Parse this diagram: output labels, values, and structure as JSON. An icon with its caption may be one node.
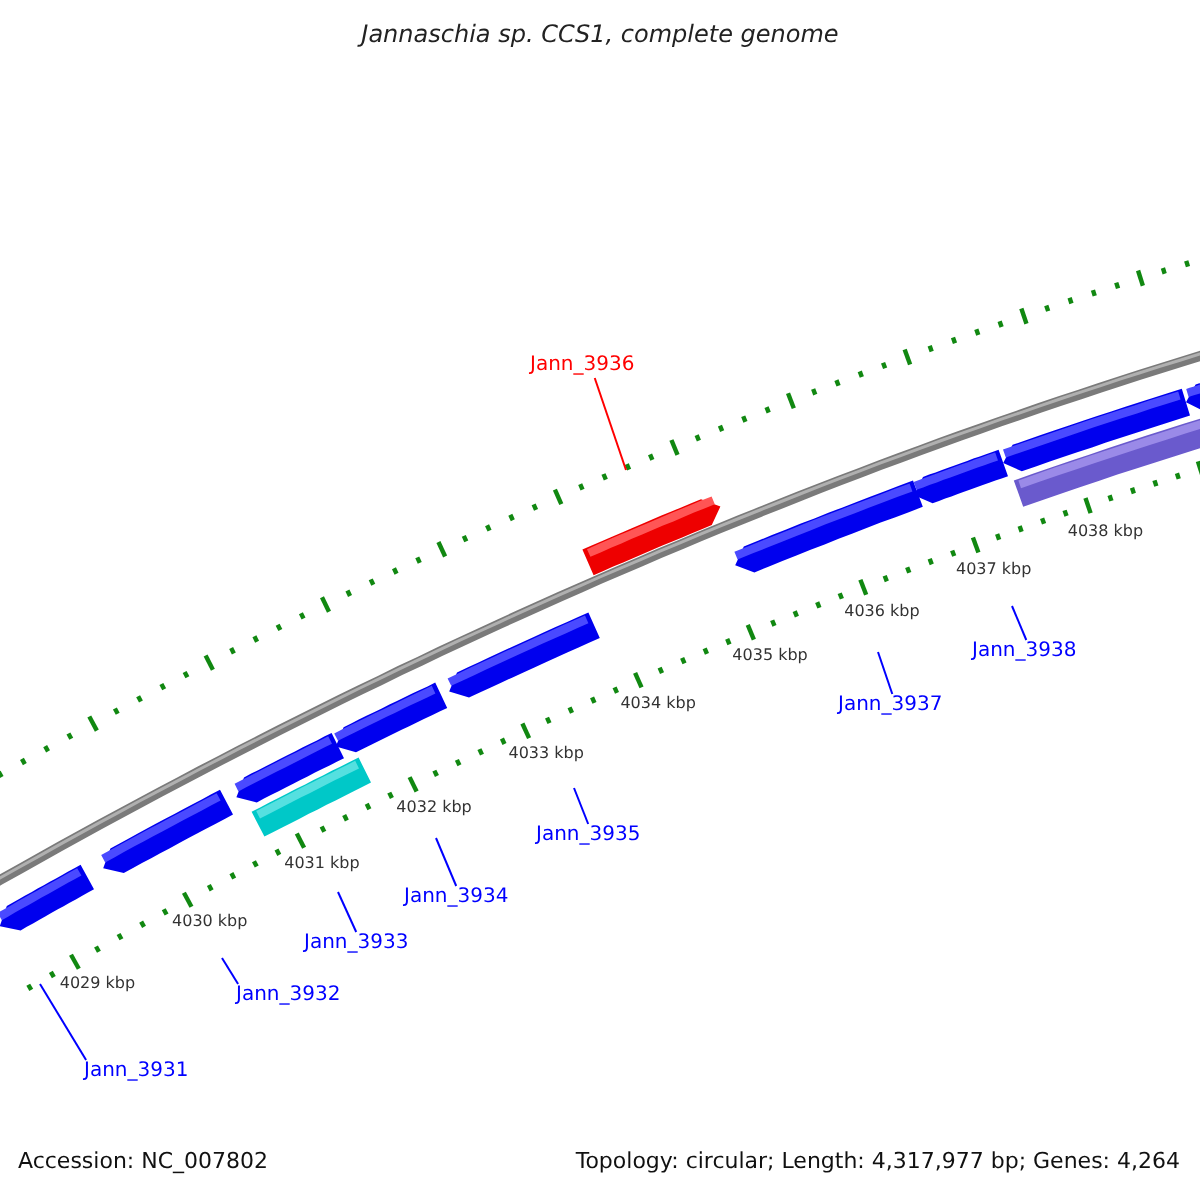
{
  "diagram": {
    "title": "Jannaschia sp. CCS1, complete genome",
    "nodes": [
      {
        "text": [
          "Jann_3936"
        ]
      },
      {
        "text": [
          "Jann_3938"
        ]
      },
      {
        "text": [
          "Jann_3937"
        ]
      },
      {
        "text": [
          "Jann_3935"
        ]
      },
      {
        "text": [
          "Jann_3934"
        ]
      },
      {
        "text": [
          "Jann_3933"
        ]
      },
      {
        "text": [
          "Jann_3932"
        ]
      },
      {
        "text": [
          "Jann_3931"
        ]
      }
    ],
    "edges": [
      {
        "from": 0,
        "to": null,
        "arrow": "none",
        "color": "#ff0000"
      },
      {
        "from": 1,
        "to": null,
        "arrow": "none"
      },
      {
        "from": 2,
        "to": null,
        "arrow": "none"
      },
      {
        "from": 3,
        "to": null,
        "arrow": "none"
      },
      {
        "from": 4,
        "to": null,
        "arrow": "none"
      },
      {
        "from": 5,
        "to": null,
        "arrow": "none"
      },
      {
        "from": 6,
        "to": null,
        "arrow": "none"
      },
      {
        "from": 7,
        "to": null,
        "arrow": "none"
      }
    ],
    "labels": [
      "4029 kbp",
      "4030 kbp",
      "4031 kbp",
      "4032 kbp",
      "4033 kbp",
      "4034 kbp",
      "4035 kbp",
      "4036 kbp",
      "4037 kbp",
      "4038 kbp",
      "Accession: NC_007802",
      "Topology: circular; Length: 4,317,977 bp; Genes: 4,264"
    ]
  }
}
